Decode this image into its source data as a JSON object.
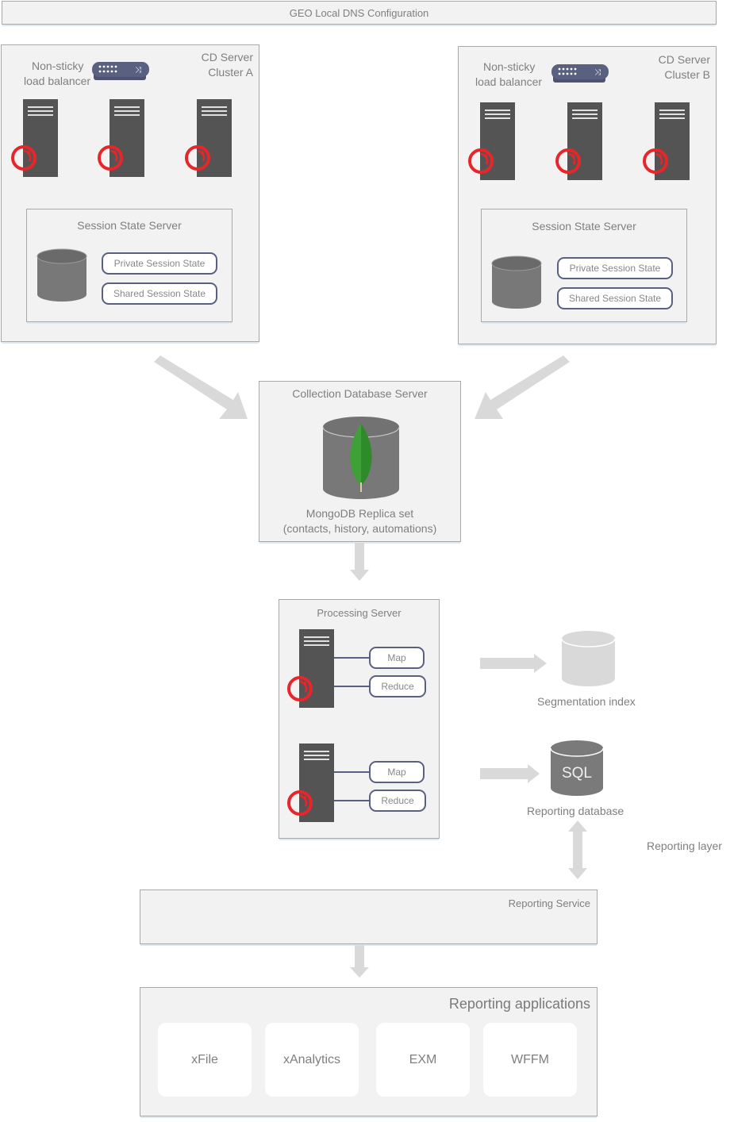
{
  "dns": {
    "title": "GEO Local DNS Configuration"
  },
  "clusters": [
    {
      "name": "CD Server Cluster A",
      "title_line1": "CD Server",
      "title_line2": "Cluster A",
      "load_balancer_line1": "Non-sticky",
      "load_balancer_line2": "load balancer",
      "server_count": 3,
      "session": {
        "title": "Session State Server",
        "private": "Private Session State",
        "shared": "Shared Session State"
      }
    },
    {
      "name": "CD Server Cluster B",
      "title_line1": "CD Server",
      "title_line2": "Cluster B",
      "load_balancer_line1": "Non-sticky",
      "load_balancer_line2": "load balancer",
      "server_count": 3,
      "session": {
        "title": "Session State Server",
        "private": "Private Session State",
        "shared": "Shared Session State"
      }
    }
  ],
  "collection": {
    "title": "Collection Database Server",
    "caption_line1": "MongoDB Replica set",
    "caption_line2": "(contacts, history, automations)"
  },
  "processing": {
    "title": "Processing Server",
    "servers": [
      {
        "map": "Map",
        "reduce": "Reduce"
      },
      {
        "map": "Map",
        "reduce": "Reduce"
      }
    ]
  },
  "segmentation": {
    "label": "Segmentation index"
  },
  "reporting_db": {
    "label": "Reporting database",
    "db_text": "SQL"
  },
  "reporting_layer": {
    "label": "Reporting layer"
  },
  "reporting_service": {
    "title": "Reporting Service"
  },
  "reporting_apps": {
    "title": "Reporting applications",
    "apps": [
      "xFile",
      "xAnalytics",
      "EXM",
      "WFFM"
    ]
  },
  "colors": {
    "box_fill": "#f2f2f2",
    "box_border": "#a9a9a9",
    "server": "#545454",
    "sitecore_red": "#e8262a",
    "mongo_green": "#3fa037",
    "arrow": "#d9d9d9",
    "db_gray": "#7a7a7a",
    "pill_border": "#5a6180"
  }
}
